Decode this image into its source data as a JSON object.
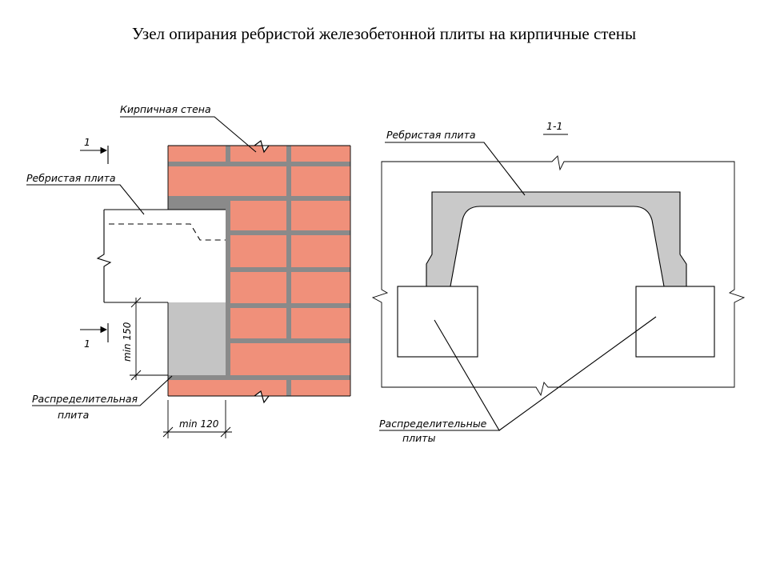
{
  "title": "Узел опирания ребристой железобетонной плиты на кирпичные стены",
  "left_view": {
    "label_wall": "Кирпичная стена",
    "label_slab": "Ребристая плита",
    "label_pad_line1": "Распределительная",
    "label_pad_line2": "плита",
    "section_mark_top": "1",
    "section_mark_bottom": "1",
    "dim_height": "min 150",
    "dim_width": "min 120"
  },
  "right_view": {
    "section_title": "1-1",
    "label_slab": "Ребристая плита",
    "label_pads_line1": "Распределительные",
    "label_pads_line2": "плиты"
  },
  "colors": {
    "brick": "#f0907a",
    "mortar": "#8a8a8a",
    "concrete": "#c9c9c9",
    "line": "#000000"
  }
}
